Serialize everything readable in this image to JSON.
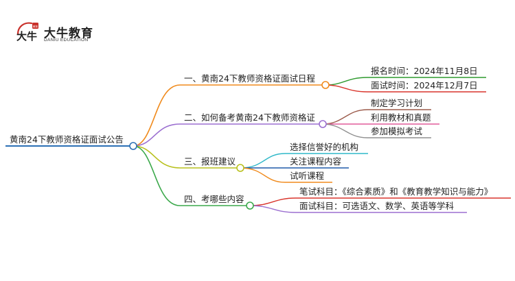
{
  "brand": {
    "name": "大牛教育",
    "subtitle": "DANIU EDUCATION",
    "logo_mark_text": "大牛",
    "logo_seal_text": "教育"
  },
  "mindmap": {
    "root": "黄南24下教师资格证面试公告",
    "branches": [
      {
        "label": "一、黄南24下教师资格证面试日程",
        "color": "#f08a1c",
        "children": [
          {
            "label": "报名时间：2024年11月8日",
            "color": "#2e9a2e"
          },
          {
            "label": "面试时间：2024年12月7日",
            "color": "#d9342b"
          }
        ]
      },
      {
        "label": "二、如何备考黄南24下教师资格证",
        "color": "#9b6fd0",
        "children": [
          {
            "label": "制定学习计划",
            "color": "#9b5a4a"
          },
          {
            "label": "利用教材和真题",
            "color": "#e05a9a"
          },
          {
            "label": "参加模拟考试",
            "color": "#8f8f8f"
          }
        ]
      },
      {
        "label": "三、报班建议",
        "color": "#b8c01c",
        "children": [
          {
            "label": "选择信誉好的机构",
            "color": "#2fb8c8"
          },
          {
            "label": "关注课程内容",
            "color": "#1e5aa8"
          },
          {
            "label": "试听课程",
            "color": "#f08a1c"
          }
        ]
      },
      {
        "label": "四、考哪些内容",
        "color": "#3aa84a",
        "children": [
          {
            "label": "笔试科目：《综合素质》和《教育教学知识与能力》",
            "color": "#d9342b"
          },
          {
            "label": "面试科目：可选语文、数学、英语等学科",
            "color": "#9b6fd0"
          }
        ]
      }
    ],
    "root_color": "#2a6fb5"
  }
}
